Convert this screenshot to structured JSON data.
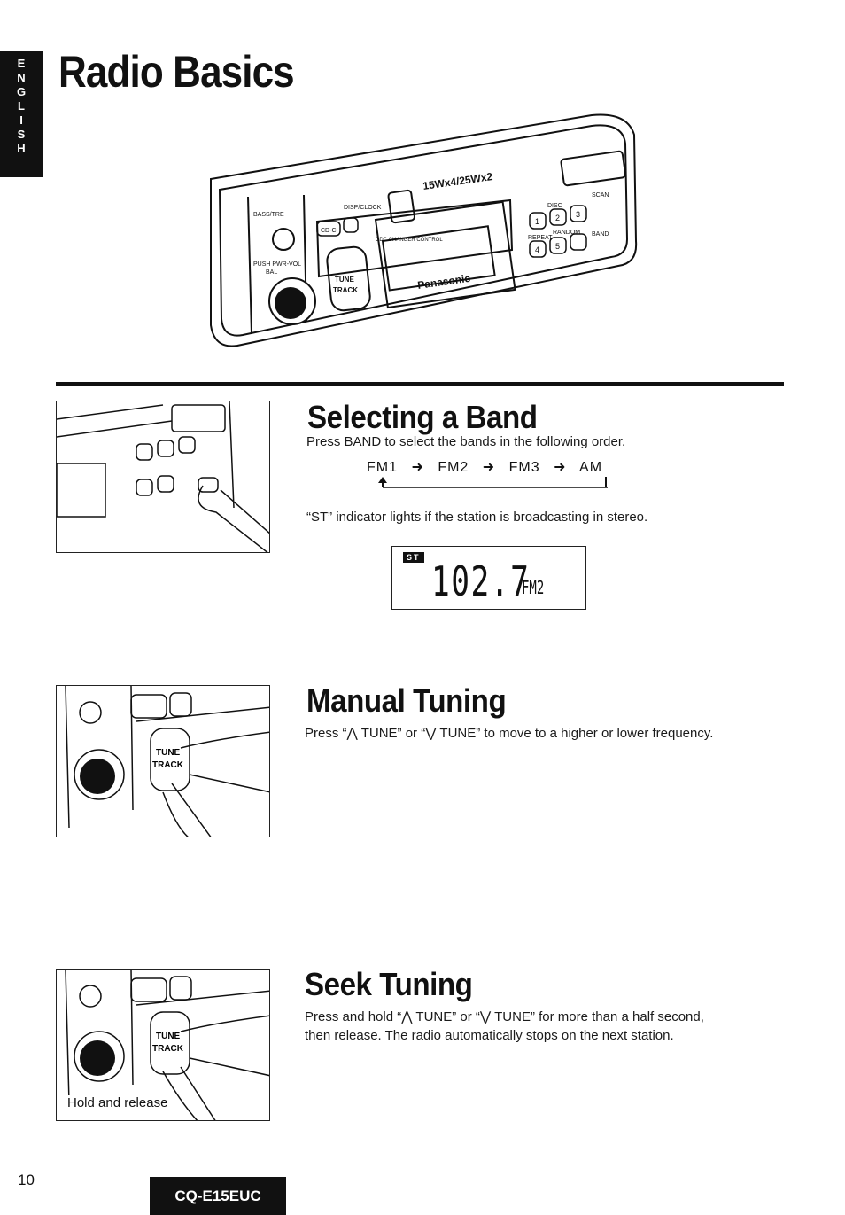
{
  "language_tab": [
    "E",
    "N",
    "G",
    "L",
    "I",
    "S",
    "H"
  ],
  "page_title": "Radio Basics",
  "radio_illustration": {
    "brand": "Panasonic",
    "labels": {
      "bass_treble": "BASS/TRE",
      "disp_clock": "DISP/CLOCK",
      "cdc": "CD-C",
      "push_pwr_vol": "PUSH PWR-VOL",
      "bal": "BAL",
      "tune": "TUNE",
      "track": "TRACK",
      "disc": "DISC",
      "scan": "SCAN",
      "repeat": "REPEAT",
      "random": "RANDOM",
      "band": "BAND",
      "cdc_control": "CDC CHANGER CONTROL",
      "tape_spec": "15Wx4/25Wx2",
      "presets": [
        "1",
        "2",
        "3",
        "4",
        "5"
      ]
    }
  },
  "sections": {
    "band": {
      "title": "Selecting a Band",
      "text": "Press BAND to select the bands in the following order.",
      "sequence": [
        "FM1",
        "FM2",
        "FM3",
        "AM"
      ],
      "stereo_note": "“ST” indicator lights if the station is broadcasting in stereo.",
      "display": {
        "indicator": "ST",
        "frequency": "102.7",
        "band": "FM2"
      }
    },
    "manual": {
      "title": "Manual Tuning",
      "text": "Press “⋀ TUNE” or “⋁ TUNE” to move to a higher or lower frequency."
    },
    "seek": {
      "title": "Seek Tuning",
      "text_line1": "Press and hold “⋀ TUNE” or “⋁ TUNE” for more than a half second,",
      "text_line2": "then release. The radio automatically stops on the next station.",
      "caption": "Hold and release"
    }
  },
  "footer": {
    "page_number": "10",
    "model": "CQ-E15EUC"
  }
}
